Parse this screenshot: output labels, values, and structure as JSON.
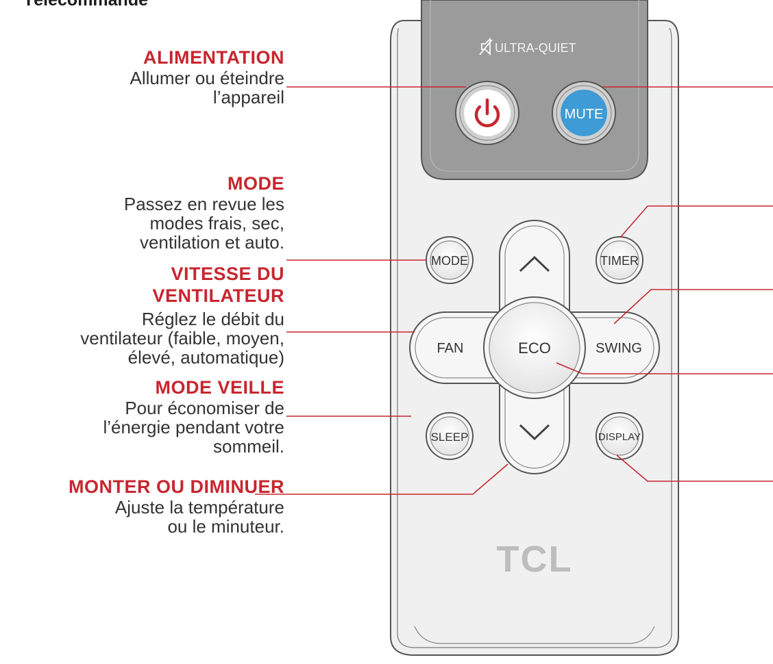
{
  "title": "Télécommande",
  "labels": {
    "power": {
      "heading": "ALIMENTATION",
      "desc": [
        "Allumer ou éteindre",
        "l’appareil"
      ]
    },
    "mode": {
      "heading": "MODE",
      "desc": [
        "Passez en revue les",
        "modes frais, sec,",
        "ventilation et auto."
      ]
    },
    "fan": {
      "heading": [
        "VITESSE DU",
        "VENTILATEUR"
      ],
      "desc": [
        "Réglez le débit du",
        "ventilateur (faible, moyen,",
        "élevé, automatique)"
      ]
    },
    "sleep": {
      "heading": "MODE VEILLE",
      "desc": [
        "Pour économiser de",
        "l’énergie pendant votre",
        "sommeil."
      ]
    },
    "updown": {
      "heading": "MONTER OU DIMINUER",
      "desc": [
        "Ajuste la température",
        "ou le minuteur."
      ]
    }
  },
  "remote": {
    "ultra_quiet": "ULTRA-QUIET",
    "buttons": {
      "mute": "MUTE",
      "mode": "MODE",
      "timer": "TIMER",
      "fan": "FAN",
      "eco": "ECO",
      "swing": "SWING",
      "sleep": "SLEEP",
      "display": "DISPLAY"
    },
    "brand": "TCL"
  },
  "colors": {
    "accent": "#c7262f",
    "mute_blue": "#3e9bd6",
    "top_panel": "#9a9a9a",
    "body": "#f2f2f2"
  }
}
